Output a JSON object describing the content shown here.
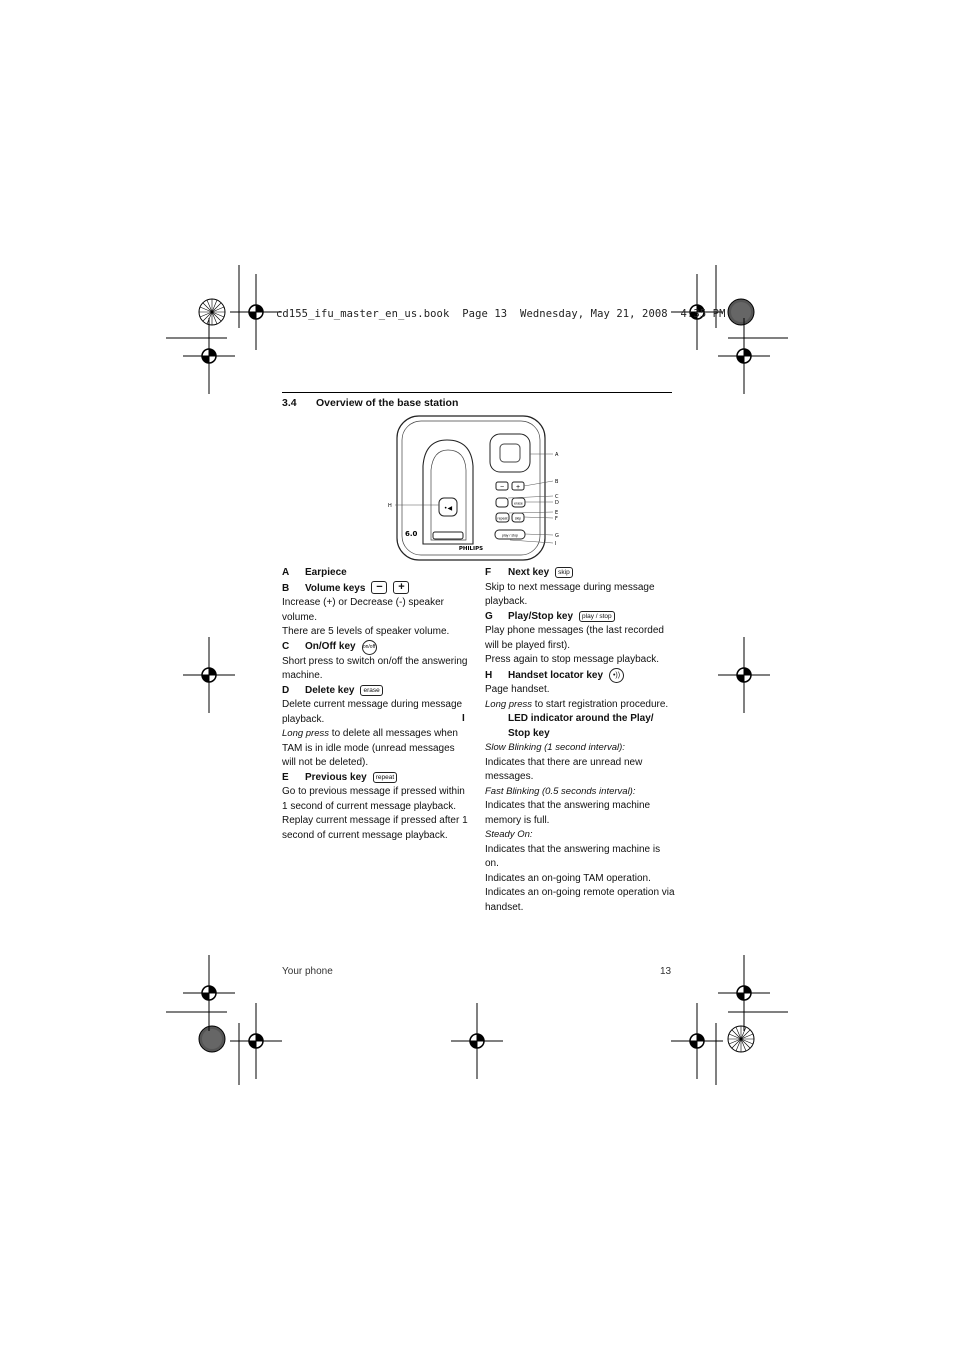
{
  "header_line": "cd155_ifu_master_en_us.book  Page 13  Wednesday, May 21, 2008  4:35 PM",
  "section": {
    "number": "3.4",
    "title": "Overview of the base station"
  },
  "figure": {
    "brand": "PHILIPS",
    "model_badge": "6.0",
    "labels": [
      "A",
      "B",
      "C",
      "D",
      "E",
      "F",
      "G",
      "I",
      "H"
    ],
    "buttons": {
      "erase": "erase",
      "repeat": "repeat",
      "skip": "skip",
      "play": "play / stop"
    }
  },
  "left_col": {
    "a_key": "A",
    "a_title": "Earpiece",
    "b_key": "B",
    "b_title": "Volume keys",
    "b_minus": "−",
    "b_plus": "+",
    "b_desc1": "Increase (+) or Decrease (-) speaker volume.",
    "b_desc2": "There are 5 levels of speaker volume.",
    "c_key": "C",
    "c_title": "On/Off key",
    "c_icon": "on/off",
    "c_desc": "Short press to switch on/off the answering machine.",
    "d_key": "D",
    "d_title": "Delete key",
    "d_icon": "erase",
    "d_desc": "Delete current message during message playback.",
    "d_long_it": "Long press",
    "d_long": " to delete all messages when TAM is in idle mode (unread messages will not be deleted).",
    "e_key": "E",
    "e_title": "Previous key",
    "e_icon": "repeat",
    "e_desc1": "Go to previous message if pressed within 1 second of current message playback.",
    "e_desc2": "Replay current message if pressed after 1 second of current message playback."
  },
  "right_col": {
    "f_key": "F",
    "f_title": "Next key",
    "f_icon": "skip",
    "f_desc": "Skip to next message during message playback.",
    "g_key": "G",
    "g_title": "Play/Stop key",
    "g_icon": "play / stop",
    "g_desc1": "Play phone messages (the last recorded will be played first).",
    "g_desc2": "Press again to stop message playback.",
    "h_key": "H",
    "h_title": "Handset locator key",
    "h_icon": "•))",
    "h_desc": "Page handset.",
    "h_long_it": "Long press",
    "h_long": " to start registration procedure.",
    "i_key": "I",
    "i_title": "LED indicator around the Play/ Stop key",
    "i_slow": "Slow Blinking (1 second interval):",
    "i_slow_desc": "Indicates that there are unread new messages.",
    "i_fast": "Fast Blinking (0.5 seconds interval):",
    "i_fast_desc": "Indicates that the answering machine memory is full.",
    "i_steady": "Steady On:",
    "i_steady1": "Indicates that the answering machine is on.",
    "i_steady2": "Indicates an on-going TAM operation.",
    "i_steady3": "Indicates an on-going remote operation via handset."
  },
  "footer": {
    "left": "Your phone",
    "right": "13"
  }
}
